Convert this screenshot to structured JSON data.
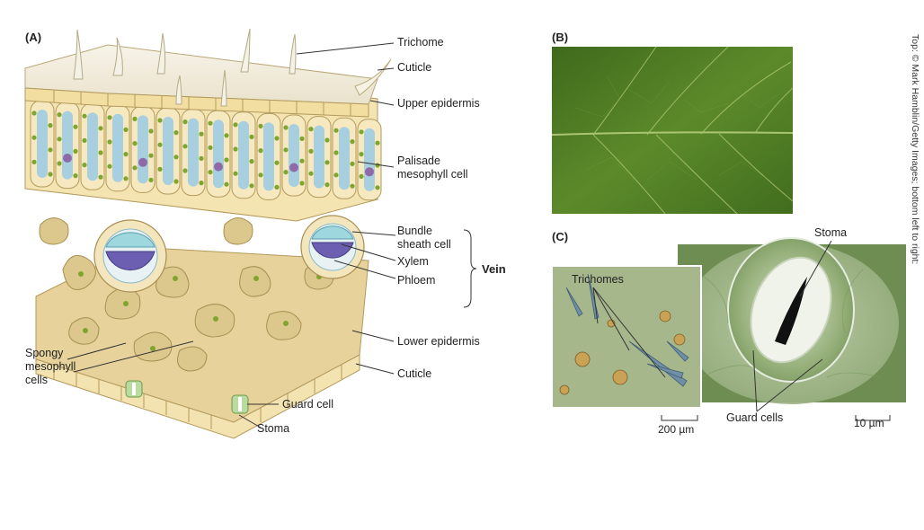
{
  "panels": {
    "a": "(A)",
    "b": "(B)",
    "c": "(C)"
  },
  "diagram_labels": {
    "trichome": "Trichome",
    "cuticle_top": "Cuticle",
    "upper_epidermis": "Upper epidermis",
    "palisade_1": "Palisade",
    "palisade_2": "mesophyll cell",
    "bundle_1": "Bundle",
    "bundle_2": "sheath cell",
    "xylem": "Xylem",
    "phloem": "Phloem",
    "vein": "Vein",
    "lower_epidermis": "Lower epidermis",
    "cuticle_bottom": "Cuticle",
    "spongy_1": "Spongy",
    "spongy_2": "mesophyll",
    "spongy_3": "cells",
    "guard_cell": "Guard cell",
    "stoma": "Stoma"
  },
  "micrograph_labels": {
    "trichomes": "Trichomes",
    "stoma": "Stoma",
    "guard_cells": "Guard cells",
    "scale_left": "200 µm",
    "scale_right": "10 µm"
  },
  "credit": "Top: © Mark Hamblin/Getty Images; bottom left to right:",
  "colors": {
    "cuticle": "#f3efe2",
    "epidermis": "#f2dfa4",
    "palisade": "#f7e9bf",
    "chloroplast": "#7fa52e",
    "vacuole": "#a8cfe0",
    "nucleus": "#8e6aa8",
    "spongy": "#d9c58a",
    "leaf_green": "#4f7a22",
    "sem_green": "#8ca66a"
  }
}
